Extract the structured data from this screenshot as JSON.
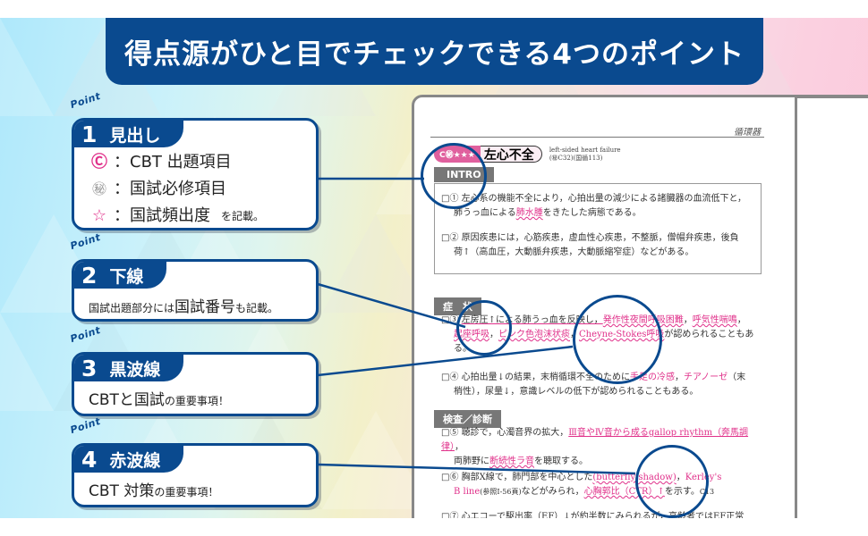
{
  "title": "得点源がひと目でチェックできる4つのポイント",
  "points": [
    {
      "word": "Point",
      "number": "1",
      "title": "見出し",
      "legend": [
        {
          "symbol": "Ⓒ",
          "icon": "cbt-circle-c-icon",
          "label": "：CBT 出題項目"
        },
        {
          "symbol": "㊙",
          "icon": "hitsu-circle-icon",
          "label": "：国試必修項目"
        },
        {
          "symbol": "☆",
          "icon": "star-outline-icon",
          "label": "：国試頻出度",
          "suffix": "を記載。"
        }
      ]
    },
    {
      "word": "Point",
      "number": "2",
      "title": "下線",
      "body_small": "国試出題部分には",
      "body_big": "国試番号",
      "body_tail": "も記載。"
    },
    {
      "word": "Point",
      "number": "3",
      "title": "黒波線",
      "body_big": "CBT",
      "body_mid": "と国試",
      "body_tail": "の重要事項！"
    },
    {
      "word": "Point",
      "number": "4",
      "title": "赤波線",
      "body_big": "CBT 対策",
      "body_tail": "の重要事項！"
    }
  ],
  "document": {
    "running_head": "循環器",
    "heading": {
      "tag": "C㊙★★★",
      "title": "左心不全",
      "english": "left-sided heart failure",
      "refs": "(㊙C32)(国循113)"
    },
    "sections": {
      "intro": "INTRO",
      "symptoms": "症　状",
      "exam": "検査／診断"
    },
    "paragraphs": [
      {
        "num": "□①",
        "text_a": "左心系の機能不全により，心拍出量の減少による諸臓器の血流低下と，",
        "text_b": "肺うっ血による",
        "pink": "肺水腫",
        "text_c": "をきたした病態である。"
      },
      {
        "num": "□②",
        "text_a": "原因疾患には，心筋疾患，虚血性心疾患，不整脈，僧帽弁疾患，後負",
        "text_b": "荷↑（高血圧，大動脈弁疾患，大動脈縮窄症）などがある。"
      },
      {
        "num": "□③",
        "text_a": "左房圧↑による肺うっ血を反映し，",
        "pink1": "発作性夜間呼吸困難",
        "sep": "，",
        "pink2": "呼気性喘鳴",
        "text_b": "，",
        "pink3": "起座呼吸",
        "pink4": "ピンク色泡沫状痰",
        "pink5": "Cheyne-Stokes呼吸",
        "text_c": "が認められることもあ",
        "text_d": "る。"
      },
      {
        "num": "□④",
        "text_a": "心拍出量↓の結果，末梢循環不全のために",
        "pink1": "手足の冷感",
        "pink2": "チアノーゼ",
        "text_b": "（末",
        "text_c": "梢性），尿量↓，意識レベルの低下が認められることもある。"
      },
      {
        "num": "□⑤",
        "text_a": "聴診で，心濁音界の拡大，",
        "pink1": "Ⅲ音やⅣ音から成る",
        "pink2": "gallop rhythm（奔馬調律）",
        "text_b": "，",
        "text_c": "両肺野に",
        "pink3": "断続性ラ音",
        "text_d": "を聴取する。"
      },
      {
        "num": "□⑥",
        "text_a": "胸部X線で，肺門部を中心とした",
        "pink1": "(butterfly shadow)",
        "pink2": "Kerley's",
        "pink3": "B line",
        "ref": "(参照I-56頁)",
        "text_b": "などがみられ，",
        "pink4": "心胸郭比（CTR）↑",
        "text_c": "を示す。",
        "ref2": "C13"
      },
      {
        "num": "□⑦",
        "text_a": "心エコーで駆出率（EF）↓が約半数にみられるが，高齢者ではEF正常"
      }
    ]
  },
  "colors": {
    "navy": "#0a4a8f",
    "pink": "#e0308a",
    "tag_pink": "#e0609e",
    "gray": "#777777"
  }
}
